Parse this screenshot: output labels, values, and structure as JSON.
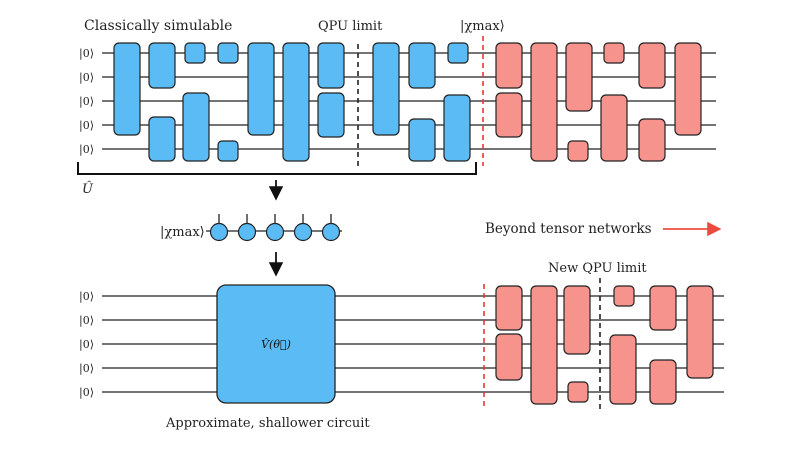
{
  "labels": {
    "classically_simulable": "Classically simulable",
    "qpu_limit": "QPU limit",
    "chi_max_top": "|χmax⟩",
    "u_hat": "Û",
    "chi_max_mps": "|χmax⟩",
    "beyond_tensor_networks": "Beyond tensor networks",
    "new_qpu_limit": "New QPU limit",
    "v_theta": "V̂(θ⃗)",
    "approximate": "Approximate, shallower circuit"
  },
  "top_qubits": [
    "|0⟩",
    "|0⟩",
    "|0⟩",
    "|0⟩",
    "|0⟩"
  ],
  "bottom_qubits": [
    "|0⟩",
    "|0⟩",
    "|0⟩",
    "|0⟩",
    "|0⟩"
  ],
  "colors": {
    "blue_gate": "#5bbcf5",
    "red_gate": "#f6938c",
    "accent_blue_text": "#2aa6e8",
    "accent_red_text": "#ec4b40",
    "dashed_red": "#e53935",
    "wire": "#222222"
  }
}
